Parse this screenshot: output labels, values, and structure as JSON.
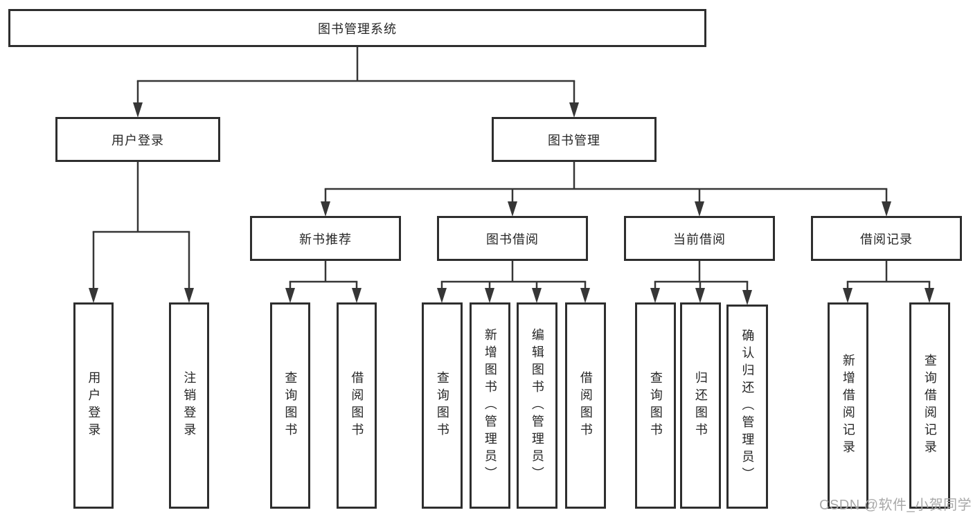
{
  "title": "图书管理系统",
  "watermark": "CSDN @软件_小贺同学",
  "colors": {
    "line": "#363636",
    "box_border": "#2e2e2e",
    "text": "#262626",
    "watermark": "#a8a8a8",
    "background": "#ffffff"
  },
  "branches": [
    {
      "label": "用户登录",
      "leaves": [
        "用户登录",
        "注销登录"
      ]
    },
    {
      "label": "图书管理",
      "groups": [
        {
          "label": "新书推荐",
          "leaves": [
            "查询图书",
            "借阅图书"
          ]
        },
        {
          "label": "图书借阅",
          "leaves": [
            "查询图书",
            "新增图书（管理员）",
            "编辑图书（管理员）",
            "借阅图书"
          ]
        },
        {
          "label": "当前借阅",
          "leaves": [
            "查询图书",
            "归还图书",
            "确认归还（管理员）"
          ]
        },
        {
          "label": "借阅记录",
          "leaves": [
            "新增借阅记录",
            "查询借阅记录"
          ]
        }
      ]
    }
  ]
}
